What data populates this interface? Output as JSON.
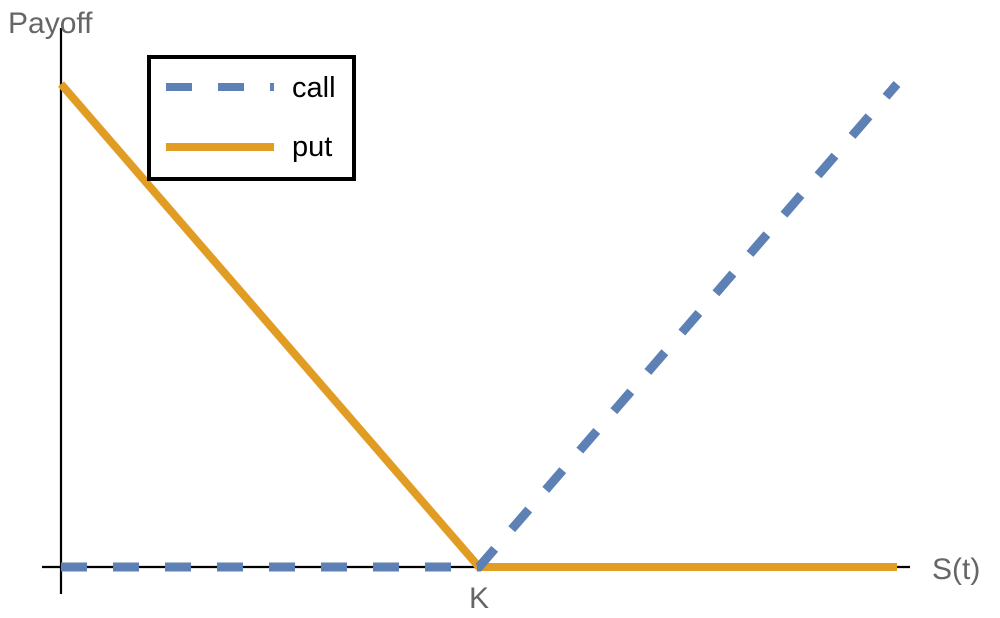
{
  "chart_data": {
    "type": "line",
    "xlabel": "S(t)",
    "ylabel": "Payoff",
    "x_ticks": [
      {
        "value": 1,
        "label": "K"
      }
    ],
    "xlim": [
      0,
      2
    ],
    "ylim": [
      0,
      1
    ],
    "grid": false,
    "legend": "top-left",
    "series": [
      {
        "name": "call",
        "style": "dashed",
        "color": "#5E81B5",
        "points": [
          [
            0,
            0
          ],
          [
            1,
            0
          ],
          [
            2,
            1
          ]
        ]
      },
      {
        "name": "put",
        "style": "solid",
        "color": "#E19C24",
        "points": [
          [
            0,
            1
          ],
          [
            1,
            0
          ],
          [
            2,
            0
          ]
        ]
      }
    ]
  }
}
